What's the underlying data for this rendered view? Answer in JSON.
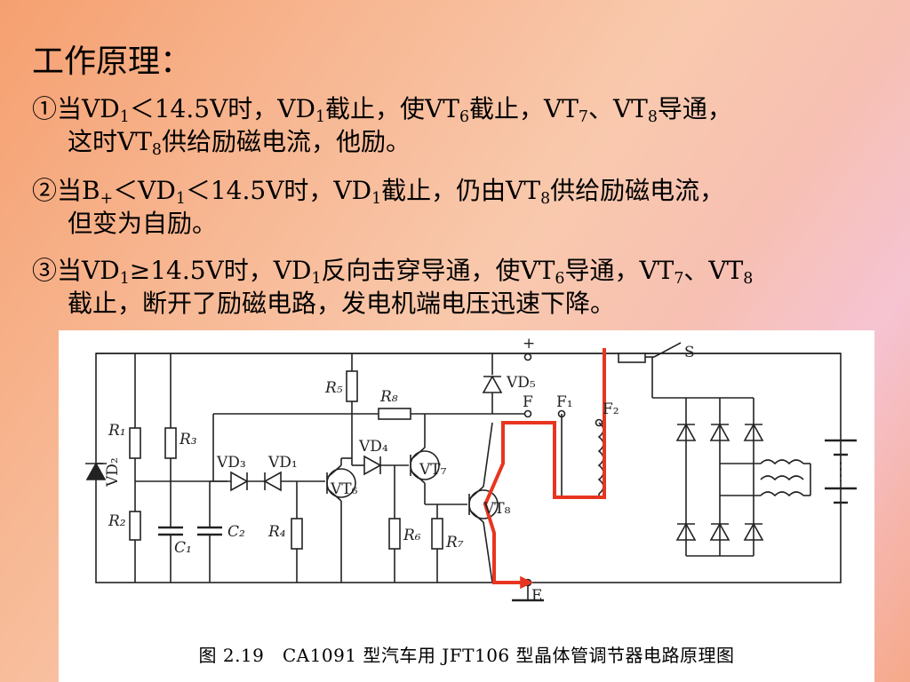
{
  "title": "工作原理：",
  "items": [
    {
      "marker": "①",
      "line1": [
        "当VD",
        "1",
        "＜14.5V时，VD",
        "1",
        "截止，使VT",
        "6",
        "截止，VT",
        "7",
        "、VT",
        "8",
        "导通，"
      ],
      "line2": [
        "这时VT",
        "8",
        "供给励磁电流，他励。"
      ]
    },
    {
      "marker": "②",
      "line1": [
        "当B",
        "+",
        "＜VD",
        "1",
        "＜14.5V时，VD",
        "1",
        "截止，仍由VT",
        "8",
        "供给励磁电流，"
      ],
      "line2": [
        "但变为自励。"
      ]
    },
    {
      "marker": "③",
      "line1": [
        "当VD",
        "1",
        "≥14.5V时，VD",
        "1",
        "反向击穿导通，使VT",
        "6",
        "导通，VT",
        "7",
        "、VT",
        "8"
      ],
      "line2": [
        "截止，断开了励磁电路，发电机端电压迅速下降。"
      ]
    }
  ],
  "figure": {
    "caption": "图 2.19　CA1091 型汽车用 JFT106 型晶体管调节器电路原理图",
    "labels": {
      "plus": "+",
      "S": "S",
      "VD5": "VD₅",
      "R5": "R₅",
      "R8": "R₈",
      "F": "F",
      "F1": "F₁",
      "F2": "F₂",
      "R1": "R₁",
      "R3": "R₃",
      "VD2": "VD₂",
      "VD3": "VD₃",
      "VD1": "VD₁",
      "VD4": "VD₄",
      "VT6": "VT₆",
      "VT7": "VT₇",
      "VT8": "VT₈",
      "R2": "R₂",
      "C1": "C₁",
      "C2": "C₂",
      "R4": "R₄",
      "R6": "R₆",
      "R7": "R₇",
      "E": "E"
    }
  },
  "colors": {
    "highlight": "#e8351f",
    "text": "#000000"
  }
}
